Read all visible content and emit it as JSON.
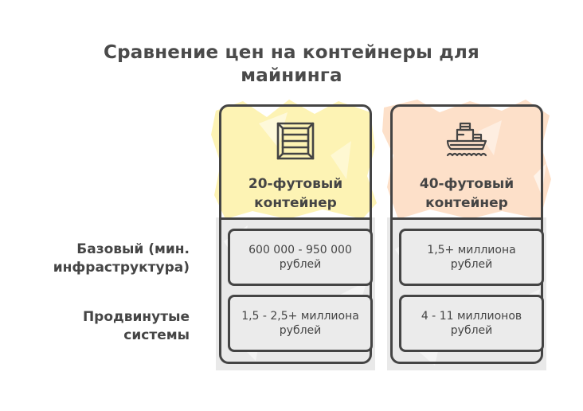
{
  "title": "Сравнение цен на контейнеры для майнинга",
  "colors": {
    "yellow_header": "#fdf3b4",
    "peach_header": "#fde0c9",
    "grey_body": "#e9e9e9",
    "stroke": "#444444",
    "text": "#454545"
  },
  "rows": [
    {
      "label": "Базовый (мин. инфраструктура)"
    },
    {
      "label": "Продвинутые системы"
    }
  ],
  "columns": [
    {
      "icon": "crate-icon",
      "title": "20-футовый контейнер",
      "values": [
        "600 000 - 950 000 рублей",
        "1,5 - 2,5+ миллиона рублей"
      ]
    },
    {
      "icon": "ship-icon",
      "title": "40-футовый контейнер",
      "values": [
        "1,5+ миллиона рублей",
        "4 - 11 миллионов рублей"
      ]
    }
  ]
}
